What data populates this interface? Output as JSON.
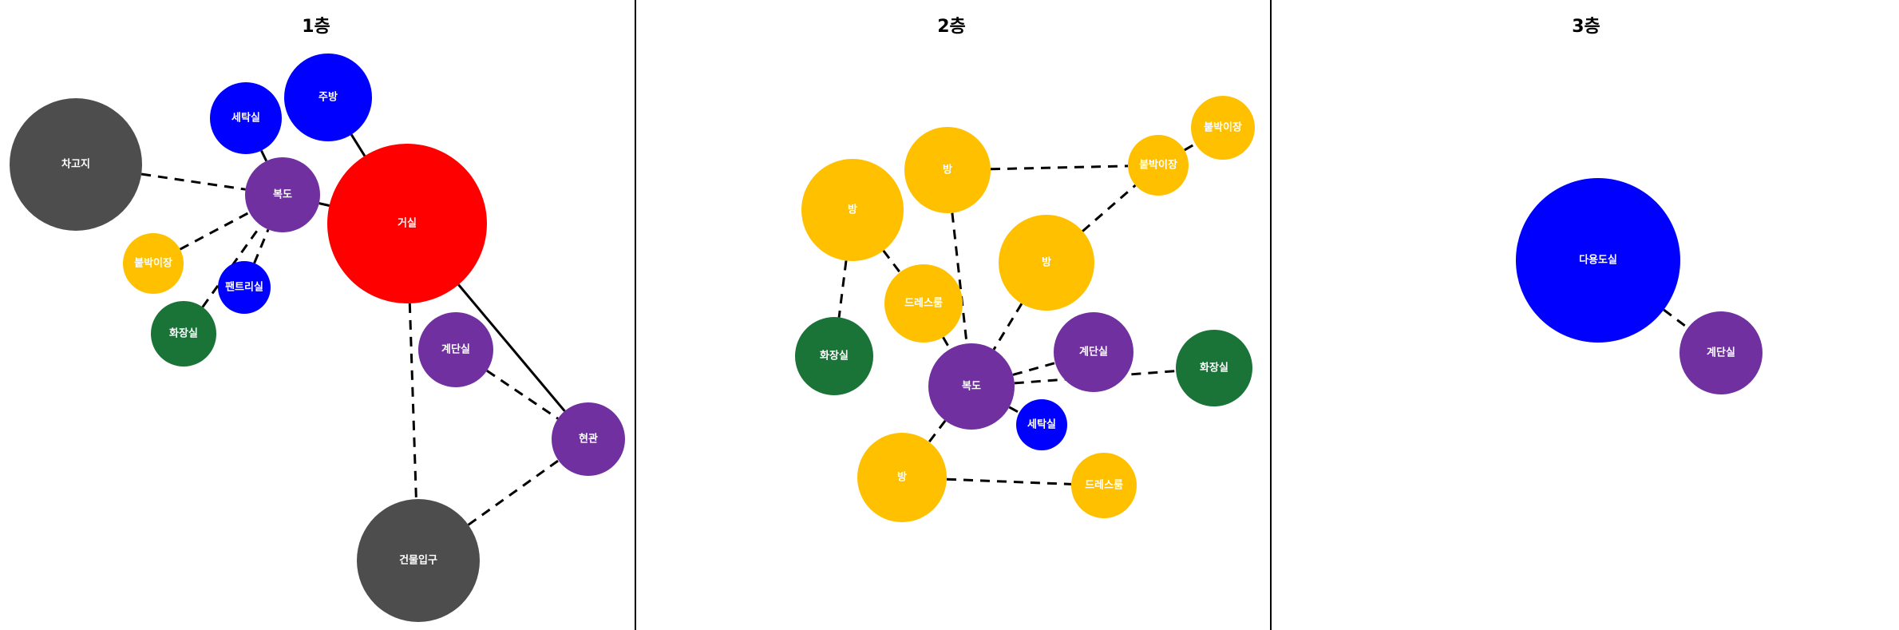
{
  "legend_colors": {
    "red": "#ff0000",
    "blue": "#0000ff",
    "purple": "#7030a0",
    "gray": "#4d4d4d",
    "yellow": "#ffc000",
    "green": "#1a7337"
  },
  "floors": [
    {
      "title": "1층",
      "rooms": [
        {
          "id": "f1-living",
          "label": "거실",
          "color": "red"
        },
        {
          "id": "f1-kitchen",
          "label": "주방",
          "color": "blue"
        },
        {
          "id": "f1-laundry",
          "label": "세탁실",
          "color": "blue"
        },
        {
          "id": "f1-hall",
          "label": "복도",
          "color": "purple"
        },
        {
          "id": "f1-garage",
          "label": "차고지",
          "color": "gray"
        },
        {
          "id": "f1-closet",
          "label": "붙박이장",
          "color": "yellow"
        },
        {
          "id": "f1-pantry",
          "label": "팬트리실",
          "color": "blue"
        },
        {
          "id": "f1-bath",
          "label": "화장실",
          "color": "green"
        },
        {
          "id": "f1-stairs",
          "label": "계단실",
          "color": "purple"
        },
        {
          "id": "f1-entry",
          "label": "현관",
          "color": "purple"
        },
        {
          "id": "f1-building-entry",
          "label": "건물입구",
          "color": "gray"
        }
      ],
      "edges": [
        {
          "from": "f1-kitchen",
          "to": "f1-living",
          "style": "solid"
        },
        {
          "from": "f1-laundry",
          "to": "f1-hall",
          "style": "solid"
        },
        {
          "from": "f1-hall",
          "to": "f1-living",
          "style": "solid"
        },
        {
          "from": "f1-living",
          "to": "f1-entry",
          "style": "solid"
        },
        {
          "from": "f1-garage",
          "to": "f1-hall",
          "style": "dashed"
        },
        {
          "from": "f1-closet",
          "to": "f1-hall",
          "style": "dashed"
        },
        {
          "from": "f1-pantry",
          "to": "f1-hall",
          "style": "dashed"
        },
        {
          "from": "f1-bath",
          "to": "f1-hall",
          "style": "dashed"
        },
        {
          "from": "f1-living",
          "to": "f1-building-entry",
          "style": "dashed"
        },
        {
          "from": "f1-stairs",
          "to": "f1-entry",
          "style": "dashed"
        },
        {
          "from": "f1-building-entry",
          "to": "f1-entry",
          "style": "dashed"
        }
      ]
    },
    {
      "title": "2층",
      "rooms": [
        {
          "id": "f2-room-a",
          "label": "방",
          "color": "yellow"
        },
        {
          "id": "f2-room-b",
          "label": "방",
          "color": "yellow"
        },
        {
          "id": "f2-closet-a",
          "label": "붙박이장",
          "color": "yellow"
        },
        {
          "id": "f2-closet-b",
          "label": "붙박이장",
          "color": "yellow"
        },
        {
          "id": "f2-room-c",
          "label": "방",
          "color": "yellow"
        },
        {
          "id": "f2-dress-a",
          "label": "드레스룸",
          "color": "yellow"
        },
        {
          "id": "f2-bath-a",
          "label": "화장실",
          "color": "green"
        },
        {
          "id": "f2-hall",
          "label": "복도",
          "color": "purple"
        },
        {
          "id": "f2-stairs",
          "label": "계단실",
          "color": "purple"
        },
        {
          "id": "f2-bath-b",
          "label": "화장실",
          "color": "green"
        },
        {
          "id": "f2-laundry",
          "label": "세탁실",
          "color": "blue"
        },
        {
          "id": "f2-room-d",
          "label": "방",
          "color": "yellow"
        },
        {
          "id": "f2-dress-b",
          "label": "드레스룸",
          "color": "yellow"
        }
      ],
      "edges": [
        {
          "from": "f2-room-b",
          "to": "f2-closet-a",
          "style": "dashed"
        },
        {
          "from": "f2-closet-a",
          "to": "f2-closet-b",
          "style": "dashed"
        },
        {
          "from": "f2-room-c",
          "to": "f2-closet-a",
          "style": "dashed"
        },
        {
          "from": "f2-room-a",
          "to": "f2-dress-a",
          "style": "dashed"
        },
        {
          "from": "f2-room-a",
          "to": "f2-bath-a",
          "style": "dashed"
        },
        {
          "from": "f2-room-b",
          "to": "f2-hall",
          "style": "dashed"
        },
        {
          "from": "f2-room-c",
          "to": "f2-hall",
          "style": "dashed"
        },
        {
          "from": "f2-dress-a",
          "to": "f2-hall",
          "style": "dashed"
        },
        {
          "from": "f2-hall",
          "to": "f2-stairs",
          "style": "dashed"
        },
        {
          "from": "f2-hall",
          "to": "f2-bath-b",
          "style": "dashed"
        },
        {
          "from": "f2-hall",
          "to": "f2-laundry",
          "style": "dashed"
        },
        {
          "from": "f2-hall",
          "to": "f2-room-d",
          "style": "dashed"
        },
        {
          "from": "f2-room-d",
          "to": "f2-dress-b",
          "style": "dashed"
        }
      ]
    },
    {
      "title": "3층",
      "rooms": [
        {
          "id": "f3-multi",
          "label": "다용도실",
          "color": "blue"
        },
        {
          "id": "f3-stairs",
          "label": "계단실",
          "color": "purple"
        }
      ],
      "edges": [
        {
          "from": "f3-multi",
          "to": "f3-stairs",
          "style": "dashed"
        }
      ]
    }
  ]
}
